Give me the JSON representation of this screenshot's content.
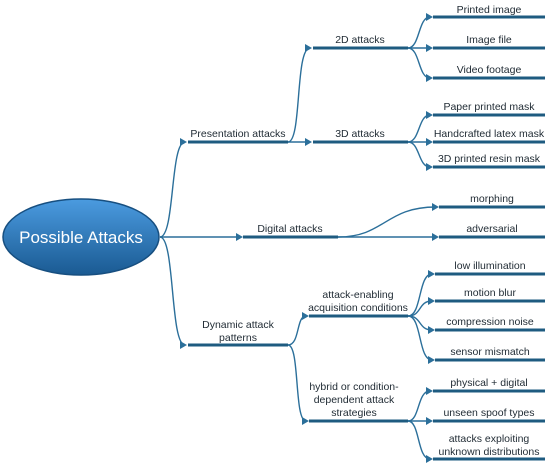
{
  "root": {
    "label": "Possible Attacks"
  },
  "branches": [
    {
      "label": "Presentation attacks",
      "children": [
        {
          "label": "2D attacks",
          "leaves": [
            "Printed image",
            "Image file",
            "Video footage"
          ]
        },
        {
          "label": "3D attacks",
          "leaves": [
            "Paper printed mask",
            "Handcrafted latex mask",
            "3D printed resin mask"
          ]
        }
      ]
    },
    {
      "label": "Digital attacks",
      "leaves": [
        "morphing",
        "adversarial"
      ]
    },
    {
      "label": "Dynamic attack patterns",
      "children": [
        {
          "label": "attack-enabling acquisition conditions",
          "leaves": [
            "low illumination",
            "motion blur",
            "compression noise",
            "sensor mismatch"
          ]
        },
        {
          "label": "hybrid or condition-dependent attack strategies",
          "leaves": [
            "physical + digital",
            "unseen spoof types",
            "attacks exploiting unknown distributions"
          ]
        }
      ]
    }
  ],
  "colors": {
    "root_fill_top": "#3d8fd0",
    "root_fill_bottom": "#1c5f98",
    "line": "#2b6f9a",
    "bar": "#1e5b80"
  }
}
